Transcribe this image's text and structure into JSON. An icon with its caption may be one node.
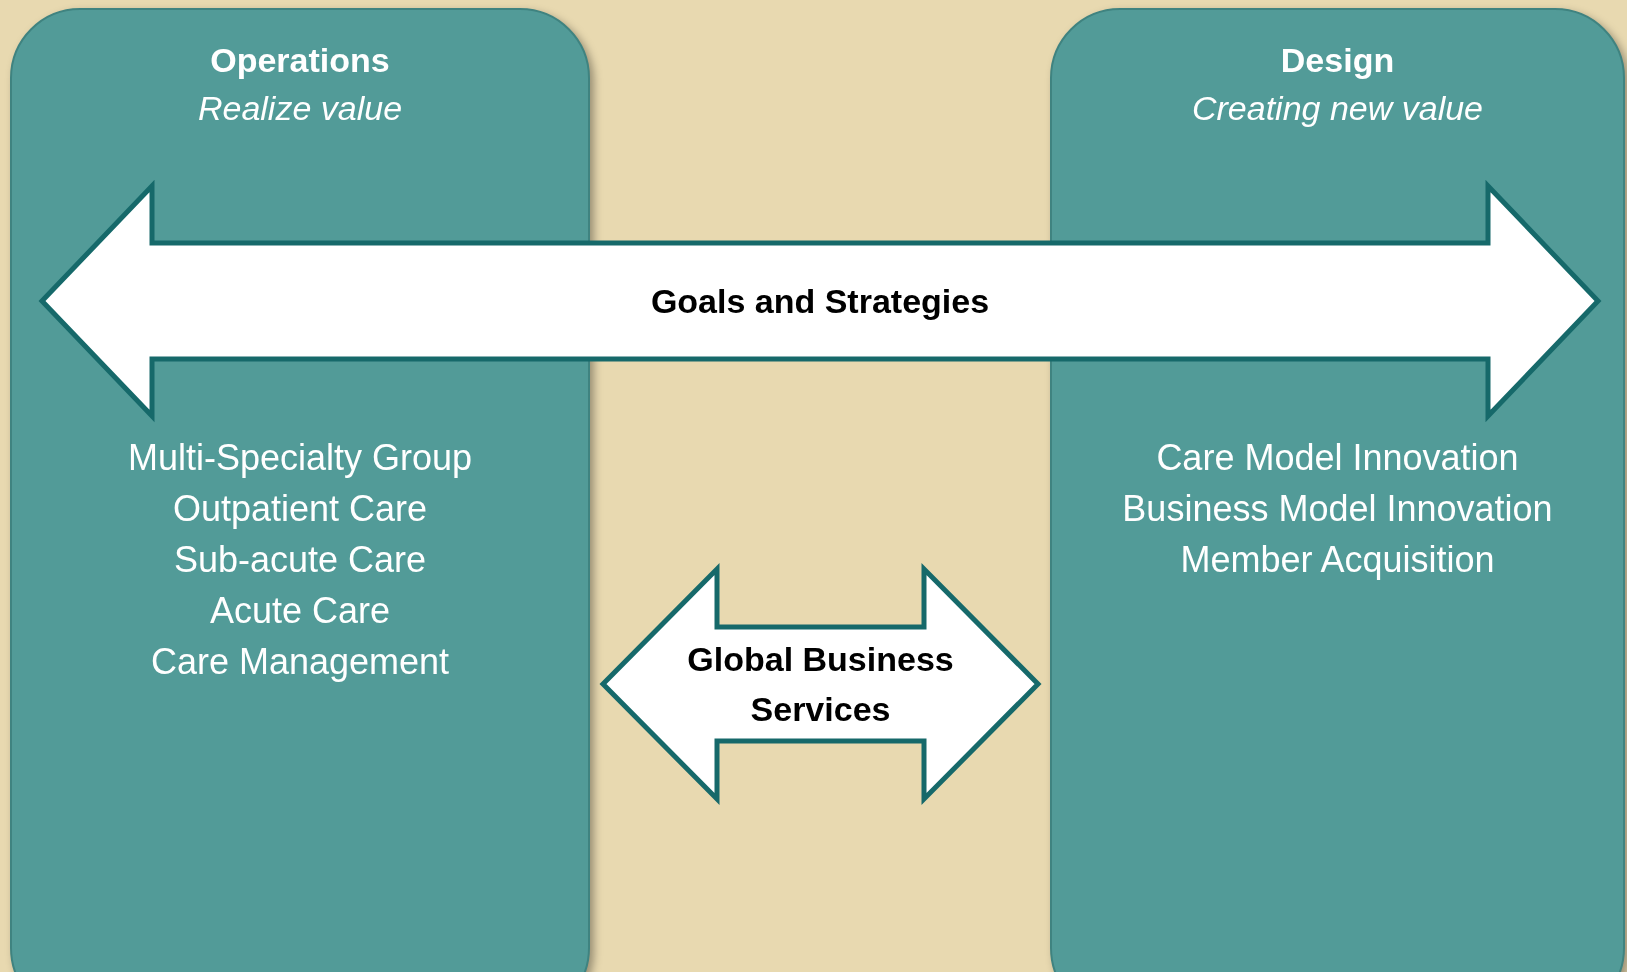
{
  "diagram": {
    "nodes": [
      {
        "text": [
          "Operations",
          "Realize value",
          "Multi-Specialty Group",
          "Outpatient Care",
          "Sub-acute Care",
          "Acute Care",
          "Care Management"
        ]
      },
      {
        "text": [
          "Design",
          "Creating new value",
          "Care Model Innovation",
          "Business Model Innovation",
          "Member Acquisition"
        ]
      }
    ],
    "edges": [
      {
        "from": 0,
        "to": 1,
        "arrow": "both",
        "label": "Goals and Strategies"
      },
      {
        "from": 0,
        "to": 1,
        "arrow": "both",
        "label": "Global Business Services"
      }
    ]
  }
}
